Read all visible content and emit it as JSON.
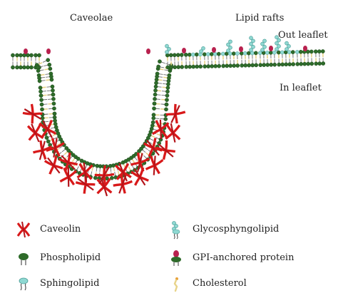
{
  "labels": {
    "caveolae": "Caveolae",
    "lipid_rafts": "Lipid rafts",
    "out_leaflet": "Out leaflet",
    "in_leaflet": "In leaflet"
  },
  "legend": {
    "caveolin": "Caveolin",
    "phospholipid": "Phospholipid",
    "sphingolipid": "Sphingolipid",
    "glycosphyngolipid": "Glycosphyngolipid",
    "gpi_anchored_protein": "GPI-anchored protein",
    "cholesterol": "Cholesterol"
  },
  "colors": {
    "phospholipid_head": "#2e6b2a",
    "sphingolipid_head": "#8fd8d2",
    "cholesterol": "#e8d48a",
    "caveolin": "#d8191a",
    "gpi_protein": "#b8214e",
    "tail": "#6b6b6b"
  }
}
